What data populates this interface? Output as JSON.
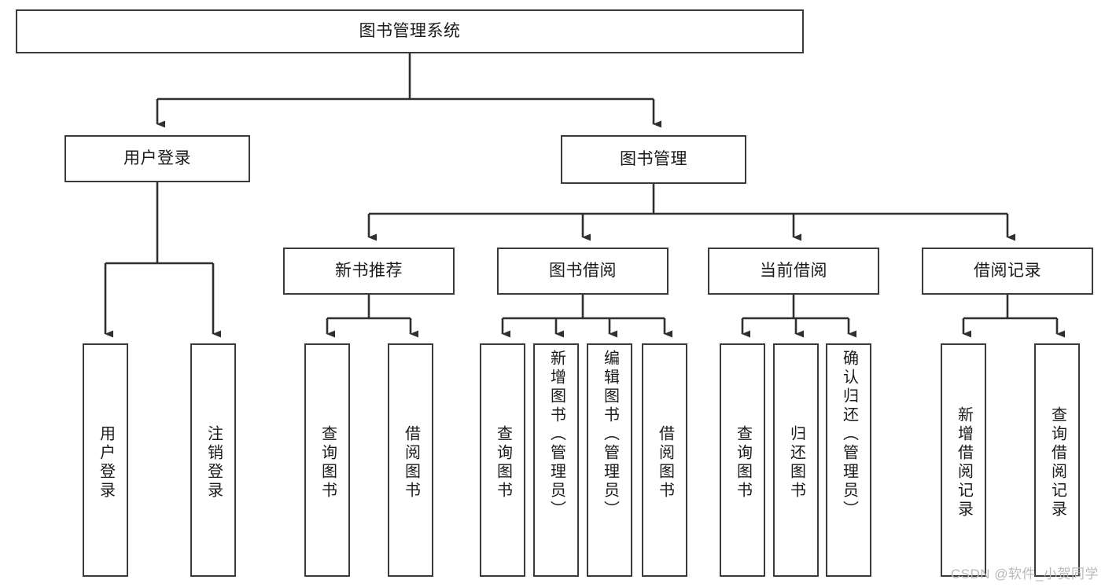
{
  "diagram": {
    "type": "tree-hierarchy",
    "title": "图书管理系统",
    "root": {
      "id": "root",
      "label": "图书管理系统"
    },
    "level1": [
      {
        "id": "user-login",
        "label": "用户登录"
      },
      {
        "id": "book-management",
        "label": "图书管理"
      }
    ],
    "level2": [
      {
        "id": "new-book-recommend",
        "label": "新书推荐",
        "parent": "book-management"
      },
      {
        "id": "book-borrow",
        "label": "图书借阅",
        "parent": "book-management"
      },
      {
        "id": "current-borrow",
        "label": "当前借阅",
        "parent": "book-management"
      },
      {
        "id": "borrow-record",
        "label": "借阅记录",
        "parent": "book-management"
      }
    ],
    "leaves": {
      "user-login": [
        {
          "id": "leaf-user-login",
          "label": "用户登录"
        },
        {
          "id": "leaf-logout",
          "label": "注销登录"
        }
      ],
      "new-book-recommend": [
        {
          "id": "leaf-query-book-1",
          "label": "查询图书"
        },
        {
          "id": "leaf-borrow-book-1",
          "label": "借阅图书"
        }
      ],
      "book-borrow": [
        {
          "id": "leaf-query-book-2",
          "label": "查询图书"
        },
        {
          "id": "leaf-add-book",
          "label": "新增图书（管理员）"
        },
        {
          "id": "leaf-edit-book",
          "label": "编辑图书（管理员）"
        },
        {
          "id": "leaf-borrow-book-2",
          "label": "借阅图书"
        }
      ],
      "current-borrow": [
        {
          "id": "leaf-query-book-3",
          "label": "查询图书"
        },
        {
          "id": "leaf-return-book",
          "label": "归还图书"
        },
        {
          "id": "leaf-confirm-return",
          "label": "确认归还（管理员）"
        }
      ],
      "borrow-record": [
        {
          "id": "leaf-add-record",
          "label": "新增借阅记录"
        },
        {
          "id": "leaf-query-record",
          "label": "查询借阅记录"
        }
      ]
    }
  },
  "watermark": {
    "text": "CSDN @软件_小贺同学"
  },
  "colors": {
    "stroke": "#3a3a3a",
    "text": "#1a1a1a",
    "background": "#ffffff",
    "watermark": "#b9b9b9"
  }
}
